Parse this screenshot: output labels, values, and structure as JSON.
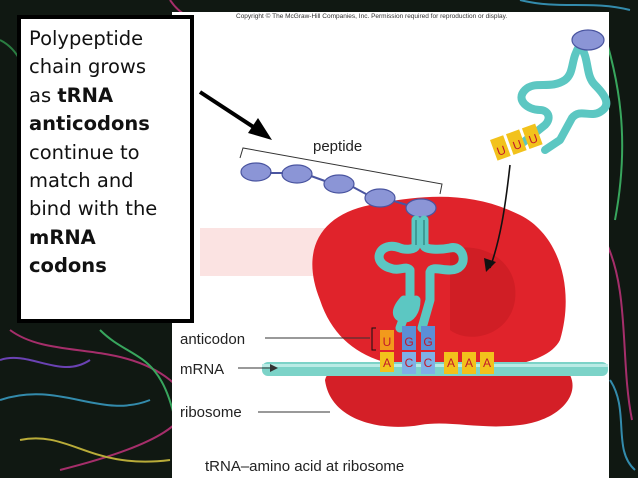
{
  "copyright": "Copyright © The McGraw-Hill Companies, Inc. Permission required for reproduction or display.",
  "callout": {
    "line1": "Polypeptide",
    "line2": "chain grows",
    "line3_pre": "as ",
    "line3_bold": "tRNA",
    "line4_bold": "anticodons",
    "line5": "continue to",
    "line6": "match and",
    "line7": "bind with the",
    "line8_bold": "mRNA",
    "line9_bold": "codons"
  },
  "labels": {
    "peptide": "peptide",
    "anticodon": "anticodon",
    "mrna": "mRNA",
    "ribosome": "ribosome",
    "caption": "tRNA–amino acid at ribosome"
  },
  "bases": {
    "anticodon": [
      "U",
      "G",
      "G"
    ],
    "codon": [
      "A",
      "C",
      "C"
    ],
    "incoming_anticodon": [
      "U",
      "U",
      "U"
    ],
    "next_codon": [
      "A",
      "A",
      "A"
    ]
  },
  "colors": {
    "ribosome": "#e0232b",
    "trna": "#5cc7c2",
    "amino_acid": "#8b95d6",
    "mrna": "#7cd3c8",
    "orange_base": "#f29a1c",
    "blue_base": "#5b8fd6"
  }
}
